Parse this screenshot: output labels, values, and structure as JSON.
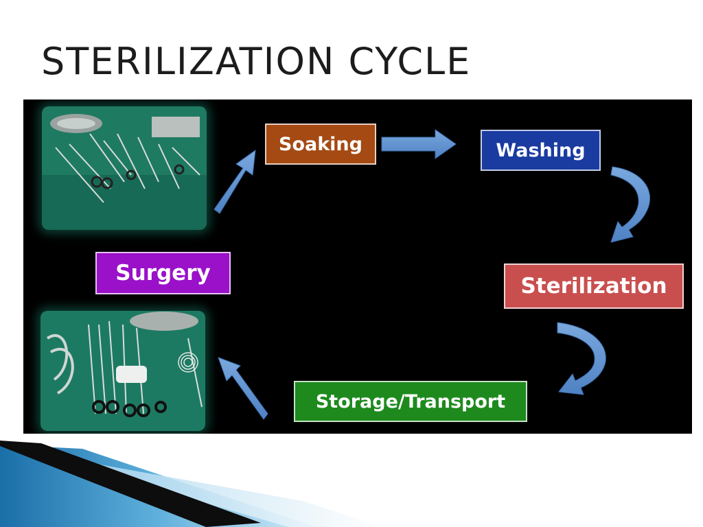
{
  "slide": {
    "title": "STERILIZATION CYCLE"
  },
  "diagram": {
    "steps": [
      {
        "id": "soaking",
        "label": "Soaking",
        "color": "#a44a12"
      },
      {
        "id": "washing",
        "label": "Washing",
        "color": "#1a3ba0"
      },
      {
        "id": "sterilization",
        "label": "Sterilization",
        "color": "#c94f4f"
      },
      {
        "id": "storage",
        "label": "Storage/Transport",
        "color": "#1e8a1e"
      },
      {
        "id": "surgery",
        "label": "Surgery",
        "color": "#9a11c9"
      }
    ],
    "flow": [
      "surgery",
      "soaking",
      "washing",
      "sterilization",
      "storage",
      "surgery"
    ],
    "arrow_color": "#5b8fd0",
    "photos": [
      {
        "name": "surgical-instruments-tray-photo",
        "subject": "surgical instruments on green drape"
      },
      {
        "name": "surgical-instruments-tray-photo-2",
        "subject": "surgical instruments on green drape"
      }
    ]
  },
  "theme": {
    "diagram_background": "#000000",
    "accent_blue": "#1f7fb8"
  }
}
